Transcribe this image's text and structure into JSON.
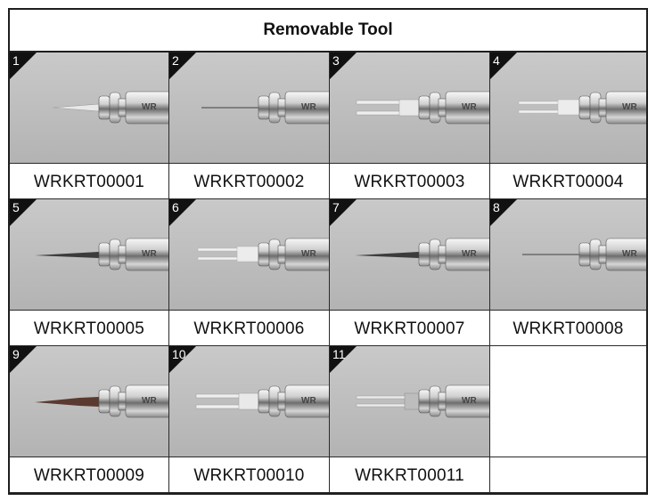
{
  "title": "Removable Tool",
  "items": [
    {
      "number": "1",
      "code": "WRKRT00001",
      "tip": "blade-silver"
    },
    {
      "number": "2",
      "code": "WRKRT00002",
      "tip": "pin-thin"
    },
    {
      "number": "3",
      "code": "WRKRT00003",
      "tip": "fork-wide"
    },
    {
      "number": "4",
      "code": "WRKRT00004",
      "tip": "fork-flat"
    },
    {
      "number": "5",
      "code": "WRKRT00005",
      "tip": "needle-dark"
    },
    {
      "number": "6",
      "code": "WRKRT00006",
      "tip": "fork-flat"
    },
    {
      "number": "7",
      "code": "WRKRT00007",
      "tip": "needle-dark"
    },
    {
      "number": "8",
      "code": "WRKRT00008",
      "tip": "pin-thin"
    },
    {
      "number": "9",
      "code": "WRKRT00009",
      "tip": "blade-dark"
    },
    {
      "number": "10",
      "code": "WRKRT00010",
      "tip": "fork-wide"
    },
    {
      "number": "11",
      "code": "WRKRT00011",
      "tip": "fork-long"
    }
  ],
  "handle_marking": "WR"
}
